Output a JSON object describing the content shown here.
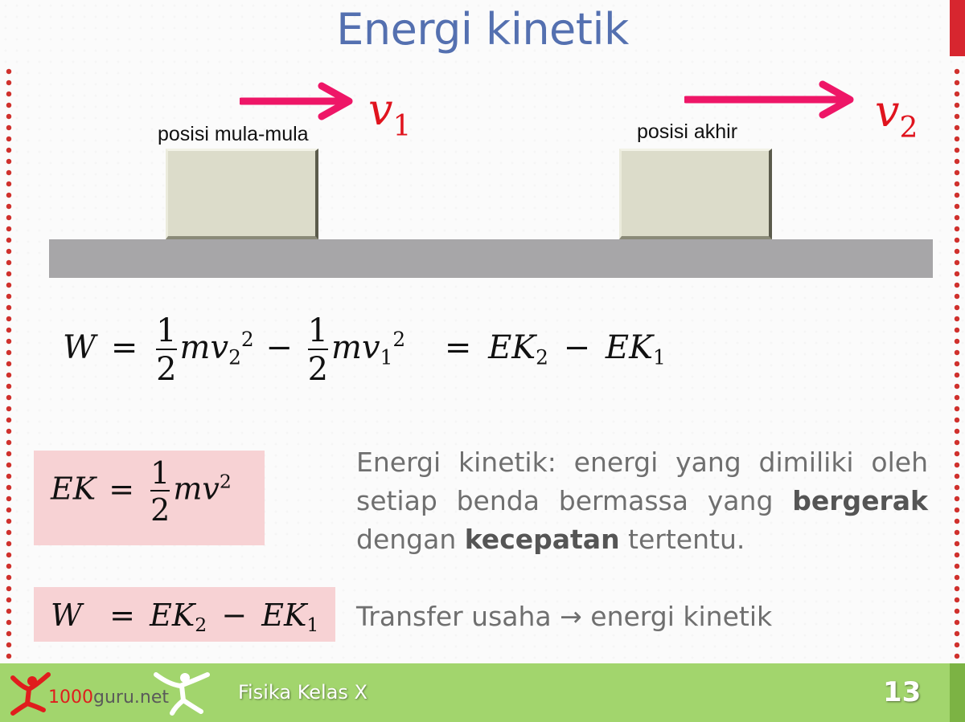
{
  "slide": {
    "title": "Energi kinetik",
    "page_number": "13",
    "colors": {
      "title": "#5470b0",
      "accent_red": "#d7262f",
      "arrow": "#ee1667",
      "velocity_label": "#e0141e",
      "footer_green": "#a2d56d",
      "formula_box": "#f7d2d4",
      "ground": "#a7a6a8",
      "block": "#dcdcca"
    }
  },
  "diagram": {
    "initial": {
      "label": "posisi mula-mula",
      "velocity_symbol": "v",
      "velocity_subscript": "1"
    },
    "final": {
      "label": "posisi akhir",
      "velocity_symbol": "v",
      "velocity_subscript": "2"
    }
  },
  "equations": {
    "work_energy": {
      "lhs": "W",
      "eq": "=",
      "half_num": "1",
      "half_den": "2",
      "term1": "mv",
      "term1_sub": "2",
      "term1_sup": "2",
      "minus": "−",
      "term2": "mv",
      "term2_sub": "1",
      "term2_sup": "2",
      "eq2": "=",
      "ek2": "EK",
      "ek2_sub": "2",
      "minus2": "−",
      "ek1": "EK",
      "ek1_sub": "1"
    },
    "kinetic_energy": {
      "lhs": "EK",
      "eq": "=",
      "half_num": "1",
      "half_den": "2",
      "term": "mv",
      "term_sup": "2"
    },
    "work_theorem": {
      "lhs": "W",
      "eq": "=",
      "ek2": "EK",
      "ek2_sub": "2",
      "minus": "−",
      "ek1": "EK",
      "ek1_sub": "1"
    }
  },
  "description": {
    "part1": "Energi kinetik: energi yang dimiliki oleh setiap benda bermassa yang ",
    "bold1": "bergerak",
    "part2": " dengan ",
    "bold2": "kecepatan",
    "part3": " tertentu.",
    "transfer": "Transfer usaha → energi kinetik"
  },
  "footer": {
    "brand_number": "1000",
    "brand_text": "guru.net",
    "subject": "Fisika Kelas X",
    "logo_icons": [
      "red-person-logo-icon",
      "white-person-logo-icon"
    ]
  }
}
